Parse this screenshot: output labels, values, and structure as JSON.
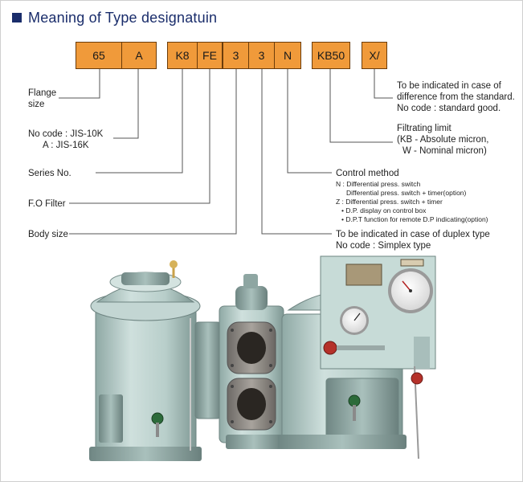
{
  "title": "Meaning of Type designatuin",
  "code_boxes": [
    "65",
    "A",
    "K8",
    "FE",
    "3",
    "3",
    "N",
    "KB50",
    "X/"
  ],
  "labels": {
    "flange_size_line1": "Flange",
    "flange_size_line2": "size",
    "jis_line1": "No code : JIS-10K",
    "jis_line2": "A      : JIS-16K",
    "series_no": "Series No.",
    "fo_filter": "F.O Filter",
    "body_size": "Body size",
    "x_line1": "To be indicated in case of",
    "x_line2": "difference from the standard.",
    "x_line3": "No code : standard good.",
    "filt_line1": "Filtrating limit",
    "filt_line2": "(KB - Absolute micron,",
    "filt_line3": "W - Nominal micron)",
    "control_method": "Control method",
    "cm_n": "N : Differential press. switch",
    "cm_n2": "Differential press. switch + timer(option)",
    "cm_z": "Z : Differential press. switch + timer",
    "cm_dp": "• D.P. display on control box",
    "cm_dpt": "• D.P.T function for remote D.P indicating(option)",
    "duplex_line1": "To be indicated in case of duplex type",
    "duplex_line2": "No code : Simplex type"
  },
  "colors": {
    "title": "#1a2d6b",
    "box_fill": "#f09a3a",
    "box_border": "#6b3c0a",
    "leader_line": "#555555",
    "equipment": "#bcd3cf"
  }
}
